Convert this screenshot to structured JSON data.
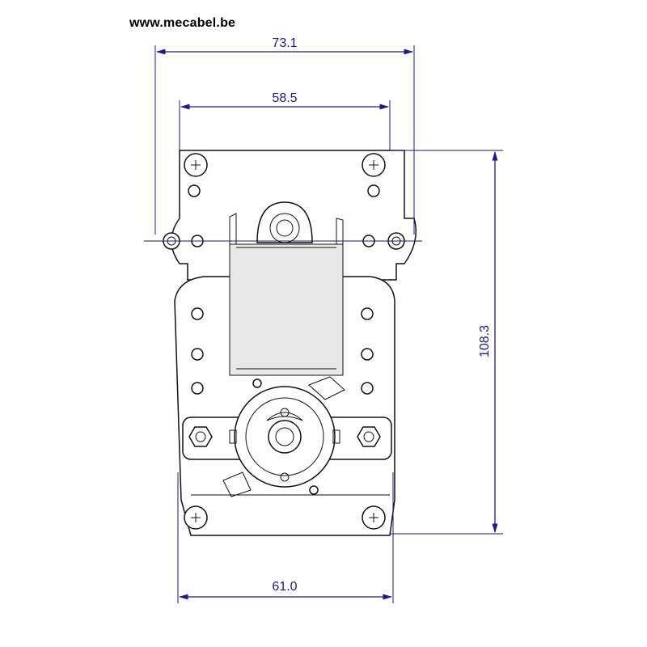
{
  "header": {
    "site_url": "www.mecabel.be"
  },
  "dimensions": {
    "overall_width": "73.1",
    "mount_width": "58.5",
    "height": "108.3",
    "body_width": "61.0"
  },
  "colors": {
    "dimension": "#1a1a8a",
    "outline": "#111111",
    "shade": "#e9e9e9"
  }
}
